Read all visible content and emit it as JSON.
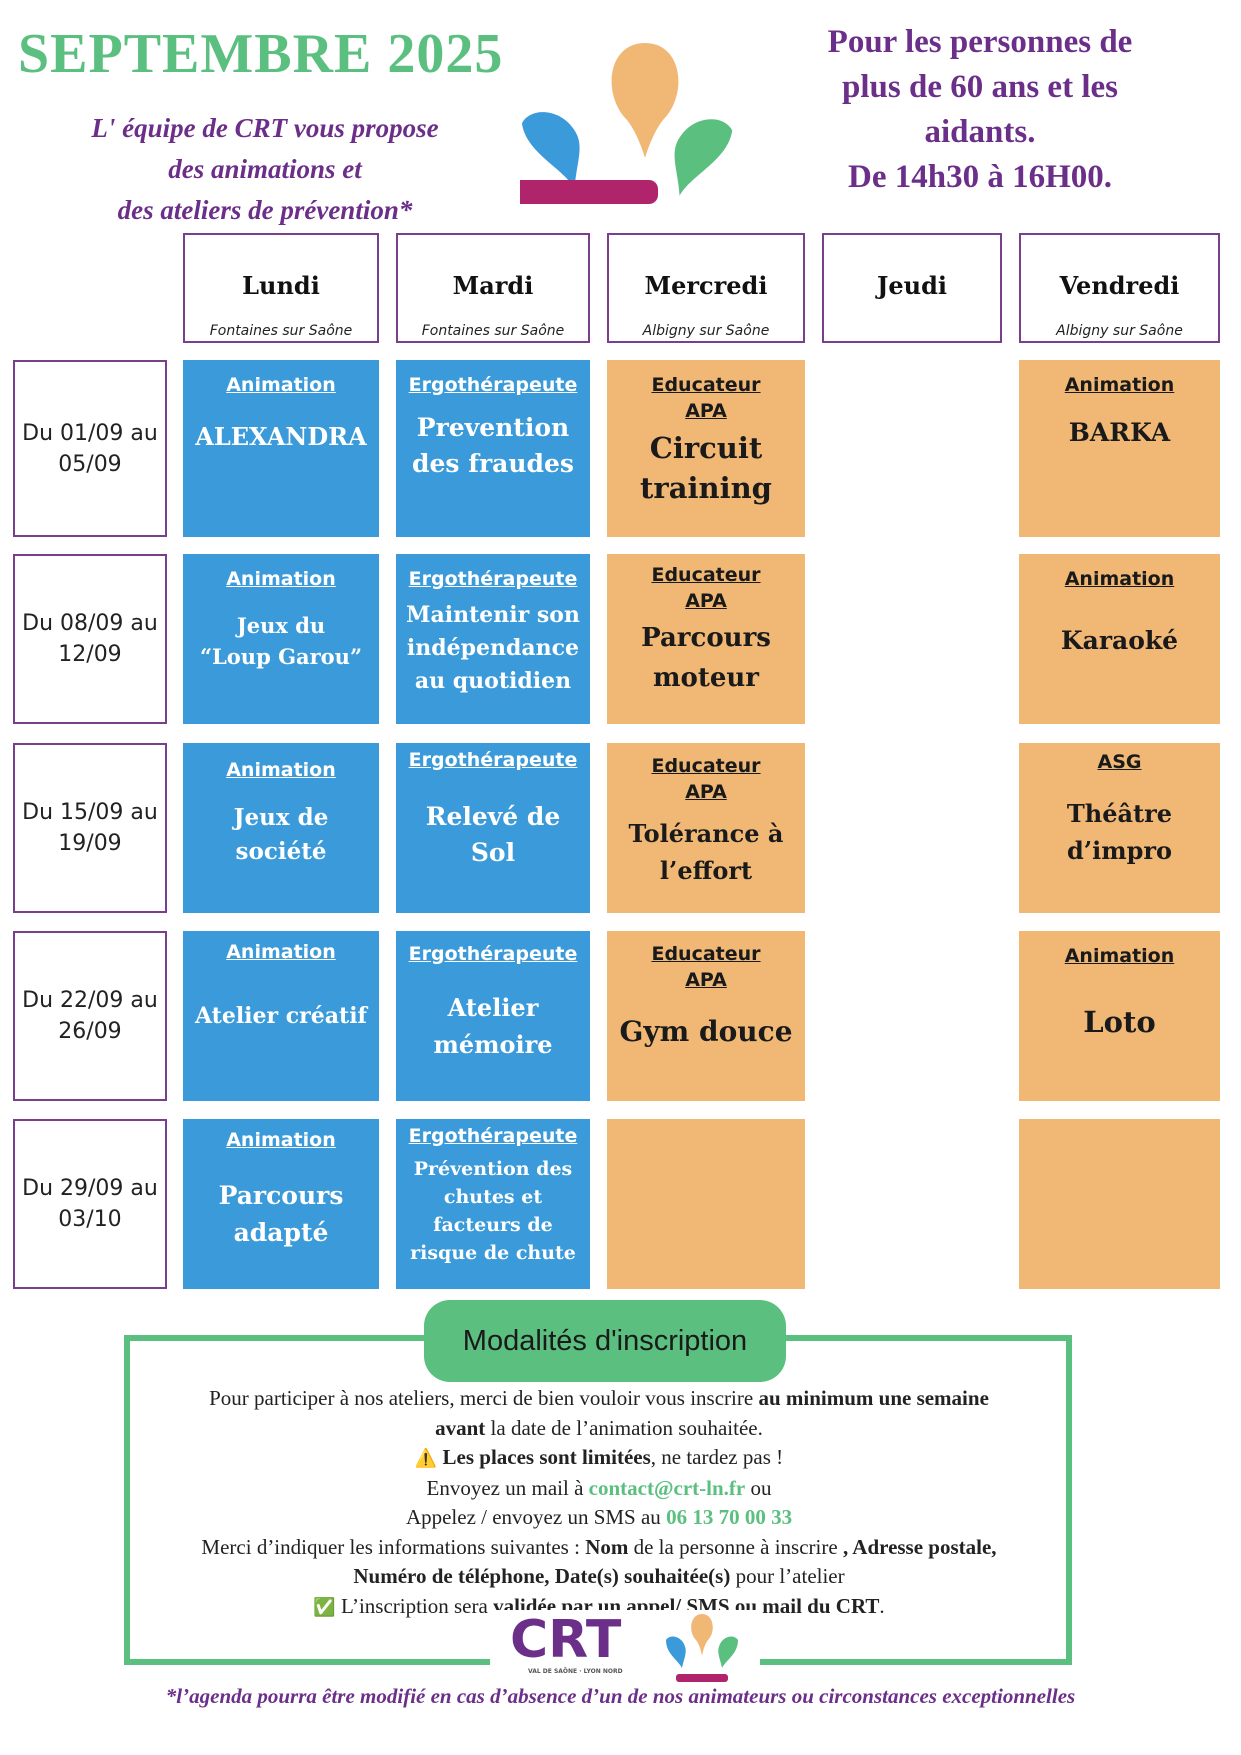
{
  "header": {
    "title": "SEPTEMBRE 2025",
    "intro_lines": [
      "L' équipe de CRT vous propose",
      "des animations et",
      "des ateliers de prévention*"
    ],
    "audience_lines": [
      "Pour les personnes de",
      "plus de 60 ans et les",
      "aidants.",
      "De 14h30 à 16H00."
    ]
  },
  "colors": {
    "green": "#5bbf7f",
    "purple": "#6b2f8a",
    "blue": "#3b9ad9",
    "orange": "#f0b874",
    "magenta": "#b0246b"
  },
  "days": [
    {
      "name": "Lundi",
      "location": "Fontaines sur Saône"
    },
    {
      "name": "Mardi",
      "location": "Fontaines sur Saône"
    },
    {
      "name": "Mercredi",
      "location": "Albigny sur Saône"
    },
    {
      "name": "Jeudi",
      "location": ""
    },
    {
      "name": "Vendredi",
      "location": "Albigny sur Saône"
    }
  ],
  "weeks": [
    {
      "label": [
        "Du 01/09 au",
        "05/09"
      ],
      "lundi": {
        "category": "Animation",
        "activity": [
          "ALEXANDRA"
        ]
      },
      "mardi": {
        "category": "Ergothérapeute",
        "activity": [
          "Prevention",
          "des fraudes"
        ]
      },
      "mercredi": {
        "category": [
          "Educateur",
          "APA"
        ],
        "activity": [
          "Circuit",
          "training"
        ]
      },
      "vendredi": {
        "category": "Animation",
        "activity": [
          "BARKA"
        ]
      }
    },
    {
      "label": [
        "Du 08/09 au",
        "12/09"
      ],
      "lundi": {
        "category": "Animation",
        "activity": [
          "Jeux du",
          "“Loup Garou”"
        ]
      },
      "mardi": {
        "category": "Ergothérapeute",
        "activity": [
          "Maintenir son",
          "indépendance",
          "au quotidien"
        ]
      },
      "mercredi": {
        "category": [
          "Educateur",
          "APA"
        ],
        "activity": [
          "Parcours",
          "moteur"
        ]
      },
      "vendredi": {
        "category": "Animation",
        "activity": [
          "Karaoké"
        ]
      }
    },
    {
      "label": [
        "Du 15/09 au",
        "19/09"
      ],
      "lundi": {
        "category": "Animation",
        "activity": [
          "Jeux de",
          "société"
        ]
      },
      "mardi": {
        "category": "Ergothérapeute",
        "activity": [
          "Relevé de",
          "Sol"
        ]
      },
      "mercredi": {
        "category": [
          "Educateur",
          "APA"
        ],
        "activity": [
          "Tolérance à",
          "l’effort"
        ]
      },
      "vendredi": {
        "category": "ASG",
        "activity": [
          "Théâtre",
          "d’impro"
        ]
      }
    },
    {
      "label": [
        "Du 22/09 au",
        "26/09"
      ],
      "lundi": {
        "category": "Animation",
        "activity": [
          "Atelier créatif"
        ]
      },
      "mardi": {
        "category": "Ergothérapeute",
        "activity": [
          "Atelier",
          "mémoire"
        ]
      },
      "mercredi": {
        "category": [
          "Educateur",
          "APA"
        ],
        "activity": [
          "Gym douce"
        ]
      },
      "vendredi": {
        "category": "Animation",
        "activity": [
          "Loto"
        ]
      }
    },
    {
      "label": [
        "Du 29/09 au",
        "03/10"
      ],
      "lundi": {
        "category": "Animation",
        "activity": [
          "Parcours",
          "adapté"
        ]
      },
      "mardi": {
        "category": "Ergothérapeute",
        "activity": [
          "Prévention des",
          "chutes et",
          "facteurs de",
          "risque de chute"
        ]
      },
      "mercredi": null,
      "vendredi": null
    }
  ],
  "registration": {
    "tab_title": "Modalités d'inscription",
    "p1_a": "Pour participer à nos ateliers, merci de bien vouloir vous inscrire ",
    "p1_b": "au minimum une semaine",
    "p1_c": "avant",
    "p1_d": " la date de l’animation souhaitée.",
    "warn_icon": "⚠️",
    "p2_a": "Les places sont limitées",
    "p2_b": ", ne tardez pas !",
    "p3_a": "Envoyez un mail à ",
    "email": "contact@crt-ln.fr",
    "p3_b": " ou",
    "p4_a": "Appelez / envoyez un SMS au ",
    "phone": "06 13 70 00 33",
    "p5_a": "Merci d’indiquer les informations suivantes : ",
    "p5_b": "Nom",
    "p5_c": " de la personne à inscrire ",
    "p5_d": ", Adresse postale,",
    "p6_a": "Numéro de téléphone, Date(s) souhaitée(s)",
    "p6_b": " pour l’atelier",
    "check_icon": "✅",
    "p7_a": " L’inscription sera ",
    "p7_b": "validée par un appel/ SMS ou mail du CRT",
    "p7_c": "."
  },
  "logo": {
    "text": "CRT",
    "tagline": "VAL DE SAÔNE · LYON NORD"
  },
  "footnote": "*l’agenda pourra être modifié en cas d’absence d’un de nos animateurs ou circonstances exceptionnelles"
}
